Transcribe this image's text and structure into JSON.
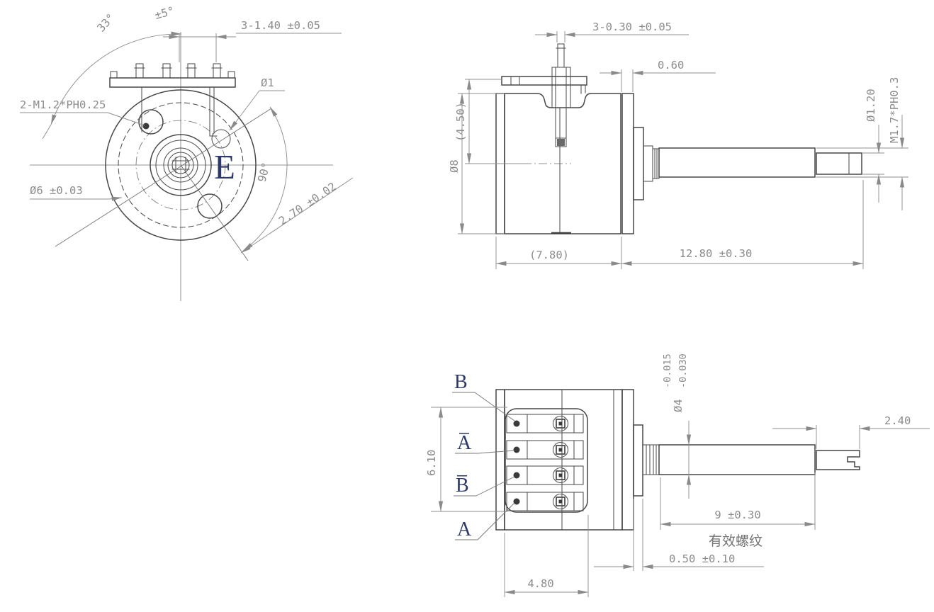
{
  "drawing": {
    "front_view": {
      "mount_angle": "33°",
      "mount_angle_tol": "±5°",
      "pin_dim": "3-1.40 ±0.05",
      "screw_holes_spec": "2-M1.2*PH0.25",
      "hole_dia": "Ø1",
      "boss_dia": "Ø6 ±0.03",
      "holes_angle": "90°",
      "holes_spacing": "2.70 ±0.02",
      "section_label": "E"
    },
    "side_view": {
      "pin_dim": "3-0.30 ±0.05",
      "endcap_thickness": "0.60",
      "body_dia": "Ø8",
      "plate_to_center": "(4.50)",
      "tip_dia": "Ø1.20",
      "thread_spec": "M1.7*PH0.3",
      "body_length": "(7.80)",
      "shaft_length": "12.80 ±0.30"
    },
    "terminal_view": {
      "terminal_labels": [
        "B",
        "A̅",
        "B̅",
        "A"
      ],
      "terminal_span": "6.10",
      "shaft_dia": "Ø4",
      "shaft_dia_tol_upper": "-0.015",
      "shaft_dia_tol_lower": "-0.030",
      "slot_length": "2.40",
      "thread_length": "9 ±0.30",
      "thread_note": "有效螺纹",
      "bushing_protrusion": "0.50 ±0.10",
      "terminal_block_width": "4.80"
    },
    "colors": {
      "line": "#474747",
      "dimension": "#8c8c8c",
      "label_ink": "#2d3a69"
    }
  }
}
